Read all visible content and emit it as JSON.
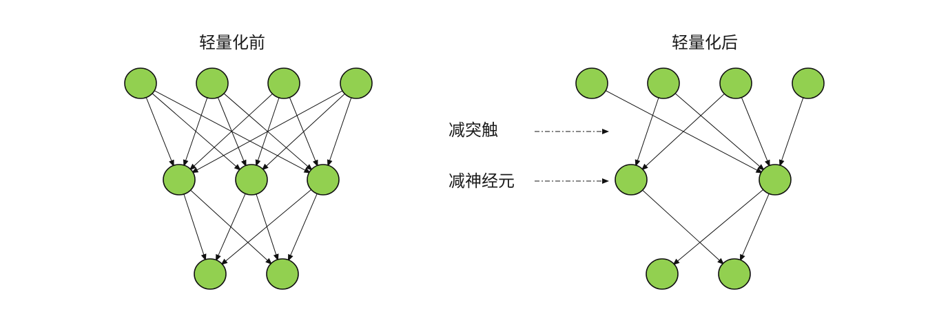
{
  "titles": {
    "before": "轻量化前",
    "after": "轻量化后"
  },
  "legend": {
    "reduce_synapses": "减突触",
    "reduce_neurons": "减神经元"
  },
  "colors": {
    "node_fill": "#92d050",
    "node_stroke": "#111111",
    "edge": "#111111",
    "background": "#ffffff"
  },
  "networks": {
    "before": {
      "layers": [
        4,
        3,
        2
      ],
      "edges": [
        [
          "0-0",
          "1-0"
        ],
        [
          "0-0",
          "1-1"
        ],
        [
          "0-0",
          "1-2"
        ],
        [
          "0-1",
          "1-0"
        ],
        [
          "0-1",
          "1-1"
        ],
        [
          "0-1",
          "1-2"
        ],
        [
          "0-2",
          "1-0"
        ],
        [
          "0-2",
          "1-1"
        ],
        [
          "0-2",
          "1-2"
        ],
        [
          "0-3",
          "1-0"
        ],
        [
          "0-3",
          "1-1"
        ],
        [
          "0-3",
          "1-2"
        ],
        [
          "1-0",
          "2-0"
        ],
        [
          "1-0",
          "2-1"
        ],
        [
          "1-1",
          "2-0"
        ],
        [
          "1-1",
          "2-1"
        ],
        [
          "1-2",
          "2-0"
        ],
        [
          "1-2",
          "2-1"
        ]
      ]
    },
    "after": {
      "layers": [
        4,
        2,
        2
      ],
      "edges": [
        [
          "0-0",
          "1-1"
        ],
        [
          "0-1",
          "1-0"
        ],
        [
          "0-1",
          "1-1"
        ],
        [
          "0-2",
          "1-0"
        ],
        [
          "0-2",
          "1-1"
        ],
        [
          "0-3",
          "1-1"
        ],
        [
          "1-0",
          "2-1"
        ],
        [
          "1-1",
          "2-0"
        ],
        [
          "1-1",
          "2-1"
        ]
      ]
    }
  }
}
